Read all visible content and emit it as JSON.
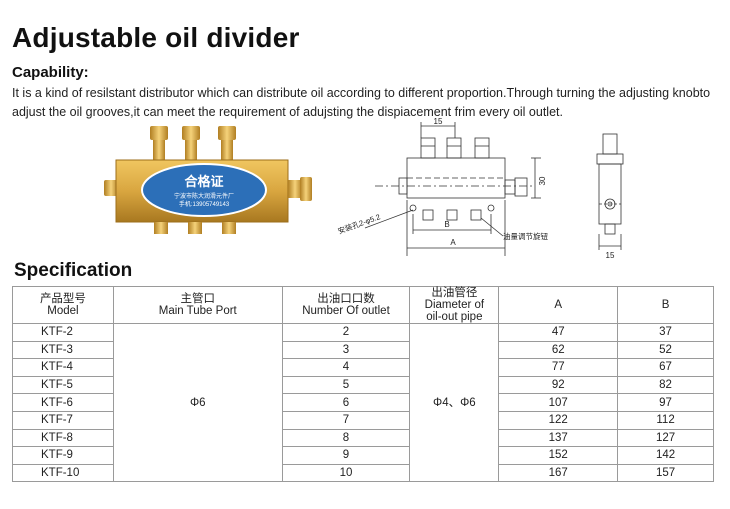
{
  "header": {
    "title": "Adjustable oil divider"
  },
  "capability": {
    "heading": "Capability:",
    "text": "It is a kind of resilstant distributor which can distribute oil according to different proportion.Through turning the adjusting knobto adjust the oil grooves,it can meet the requirement of adujsting the dispiacement frim every oil outlet."
  },
  "photo": {
    "label_title": "合格证",
    "label_line1": "宁波市陈大润滑元件厂",
    "label_line2": "手机:13905749143"
  },
  "drawing": {
    "dim_15_top": "15",
    "dim_30": "30",
    "dim_B": "B",
    "dim_A": "A",
    "mount_hole_label": "安装孔2-φ5.2",
    "knob_label": "油量调节旋钮",
    "dim_15_side": "15"
  },
  "specification": {
    "heading": "Specification",
    "headers": {
      "model_cn": "产品型号",
      "model_en": "Model",
      "main_cn": "主管口",
      "main_en": "Main Tube Port",
      "outlet_cn": "出油口口数",
      "outlet_en": "Number Of outlet",
      "dia_cn": "出油管径",
      "dia_en1": "Diameter of",
      "dia_en2": "oil-out pipe",
      "a": "A",
      "b": "B"
    },
    "main_tube_port": "Φ6",
    "oil_out_diameter": "Φ4、Φ6",
    "rows": [
      {
        "model": "KTF-2",
        "outlets": "2",
        "a": "47",
        "b": "37"
      },
      {
        "model": "KTF-3",
        "outlets": "3",
        "a": "62",
        "b": "52"
      },
      {
        "model": "KTF-4",
        "outlets": "4",
        "a": "77",
        "b": "67"
      },
      {
        "model": "KTF-5",
        "outlets": "5",
        "a": "92",
        "b": "82"
      },
      {
        "model": "KTF-6",
        "outlets": "6",
        "a": "107",
        "b": "97"
      },
      {
        "model": "KTF-7",
        "outlets": "7",
        "a": "122",
        "b": "112"
      },
      {
        "model": "KTF-8",
        "outlets": "8",
        "a": "137",
        "b": "127"
      },
      {
        "model": "KTF-9",
        "outlets": "9",
        "a": "152",
        "b": "142"
      },
      {
        "model": "KTF-10",
        "outlets": "10",
        "a": "167",
        "b": "157"
      }
    ]
  },
  "colors": {
    "brass": "#d9a640",
    "brass_dark": "#b07e22",
    "label_blue": "#2c6fb8"
  }
}
